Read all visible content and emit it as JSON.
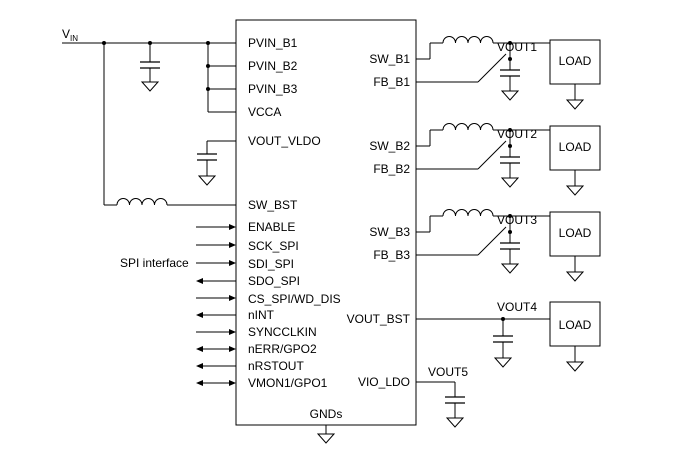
{
  "ic": {
    "left_pins": [
      "PVIN_B1",
      "PVIN_B2",
      "PVIN_B3",
      "VCCA",
      "VOUT_VLDO",
      "SW_BST",
      "ENABLE",
      "SCK_SPI",
      "SDI_SPI",
      "SDO_SPI",
      "CS_SPI/WD_DIS",
      "nINT",
      "SYNCCLKIN",
      "nERR/GPO2",
      "nRSTOUT",
      "VMON1/GPO1"
    ],
    "right_pins": [
      "SW_B1",
      "FB_B1",
      "SW_B2",
      "FB_B2",
      "SW_B3",
      "FB_B3",
      "VOUT_BST",
      "VIO_LDO"
    ],
    "bottom_pin": "GNDs"
  },
  "input": {
    "label": "V",
    "subscript": "IN"
  },
  "spi_label": "SPI interface",
  "outputs": [
    "VOUT1",
    "VOUT2",
    "VOUT3",
    "VOUT4",
    "VOUT5"
  ],
  "loads": [
    "LOAD",
    "LOAD",
    "LOAD",
    "LOAD"
  ]
}
